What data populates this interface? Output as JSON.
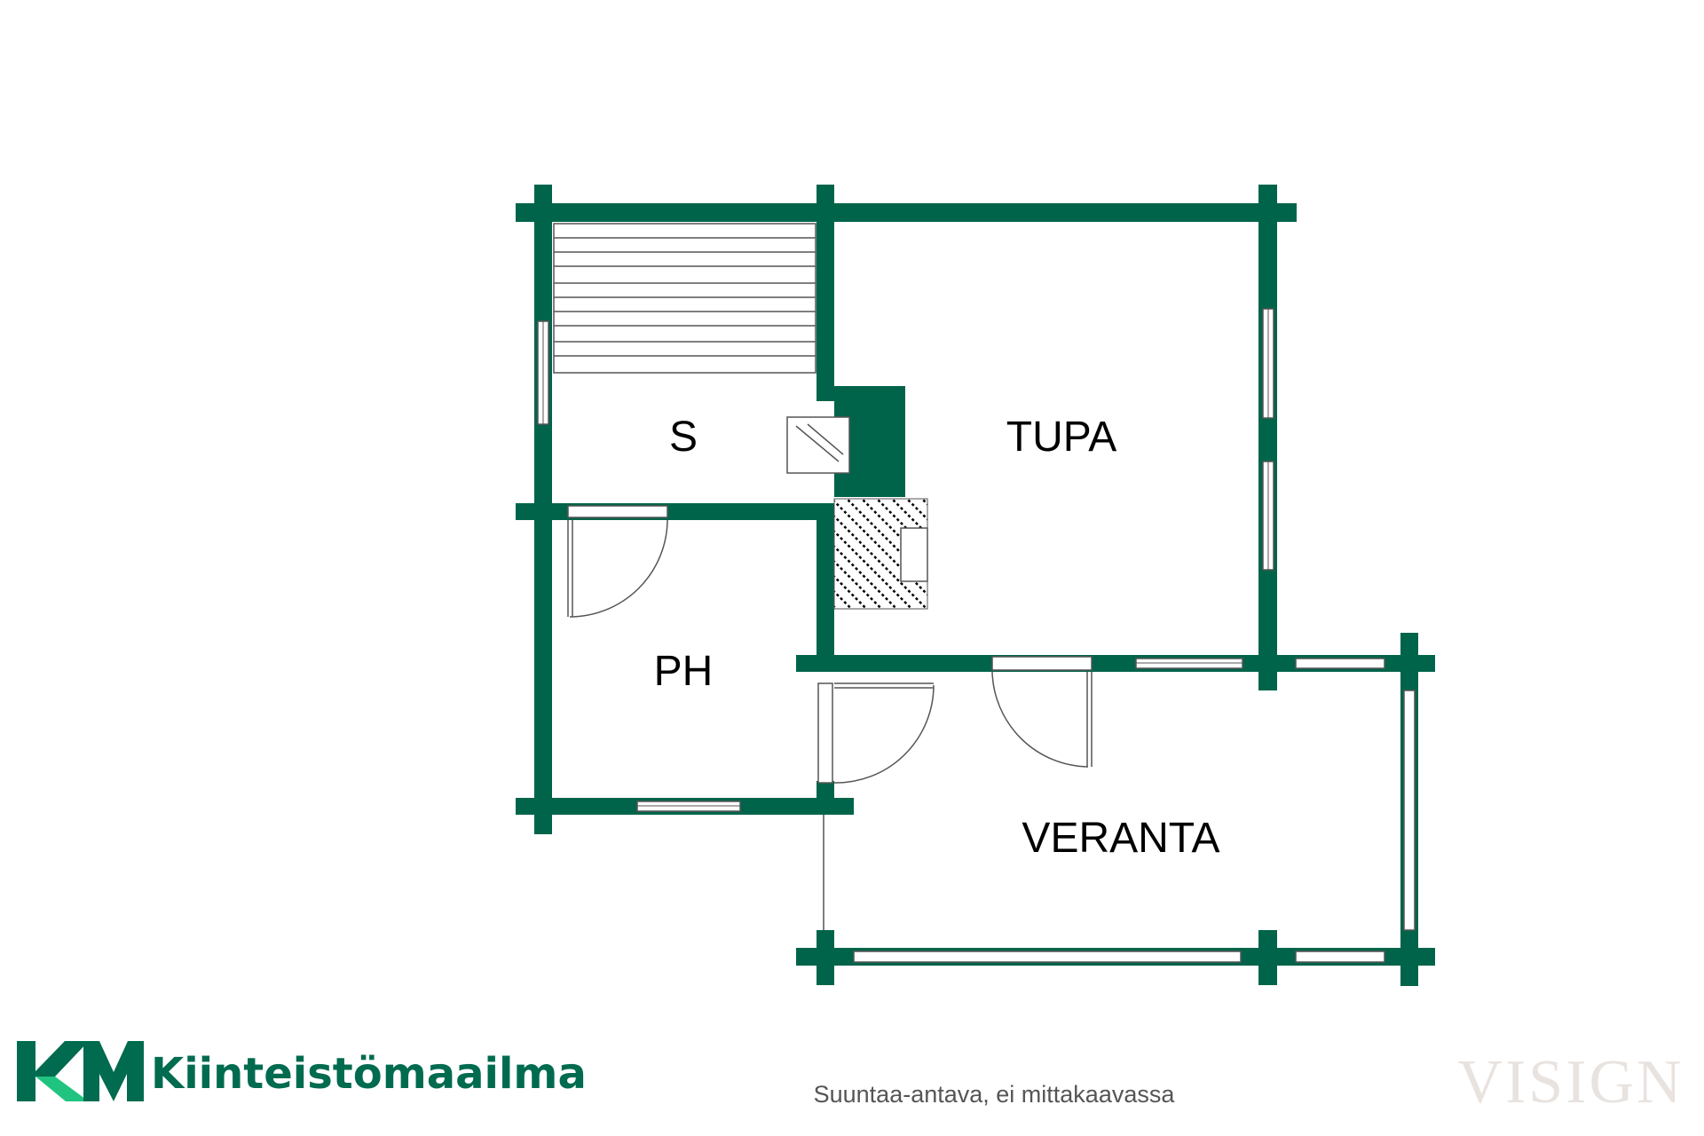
{
  "colors": {
    "wall": "#00644a",
    "brand_dark": "#006b4f",
    "brand_light": "#20c480",
    "watermark": "#e9e3e0",
    "caption": "#555555"
  },
  "rooms": {
    "sauna": "S",
    "tupa": "TUPA",
    "pesuhuone": "PH",
    "veranta": "VERANTA"
  },
  "brand": {
    "logo_icon": "km-logo-icon",
    "name": "Kiinteistömaailma"
  },
  "caption": "Suuntaa-antava, ei mittakaavassa",
  "watermark": "VISIGN"
}
